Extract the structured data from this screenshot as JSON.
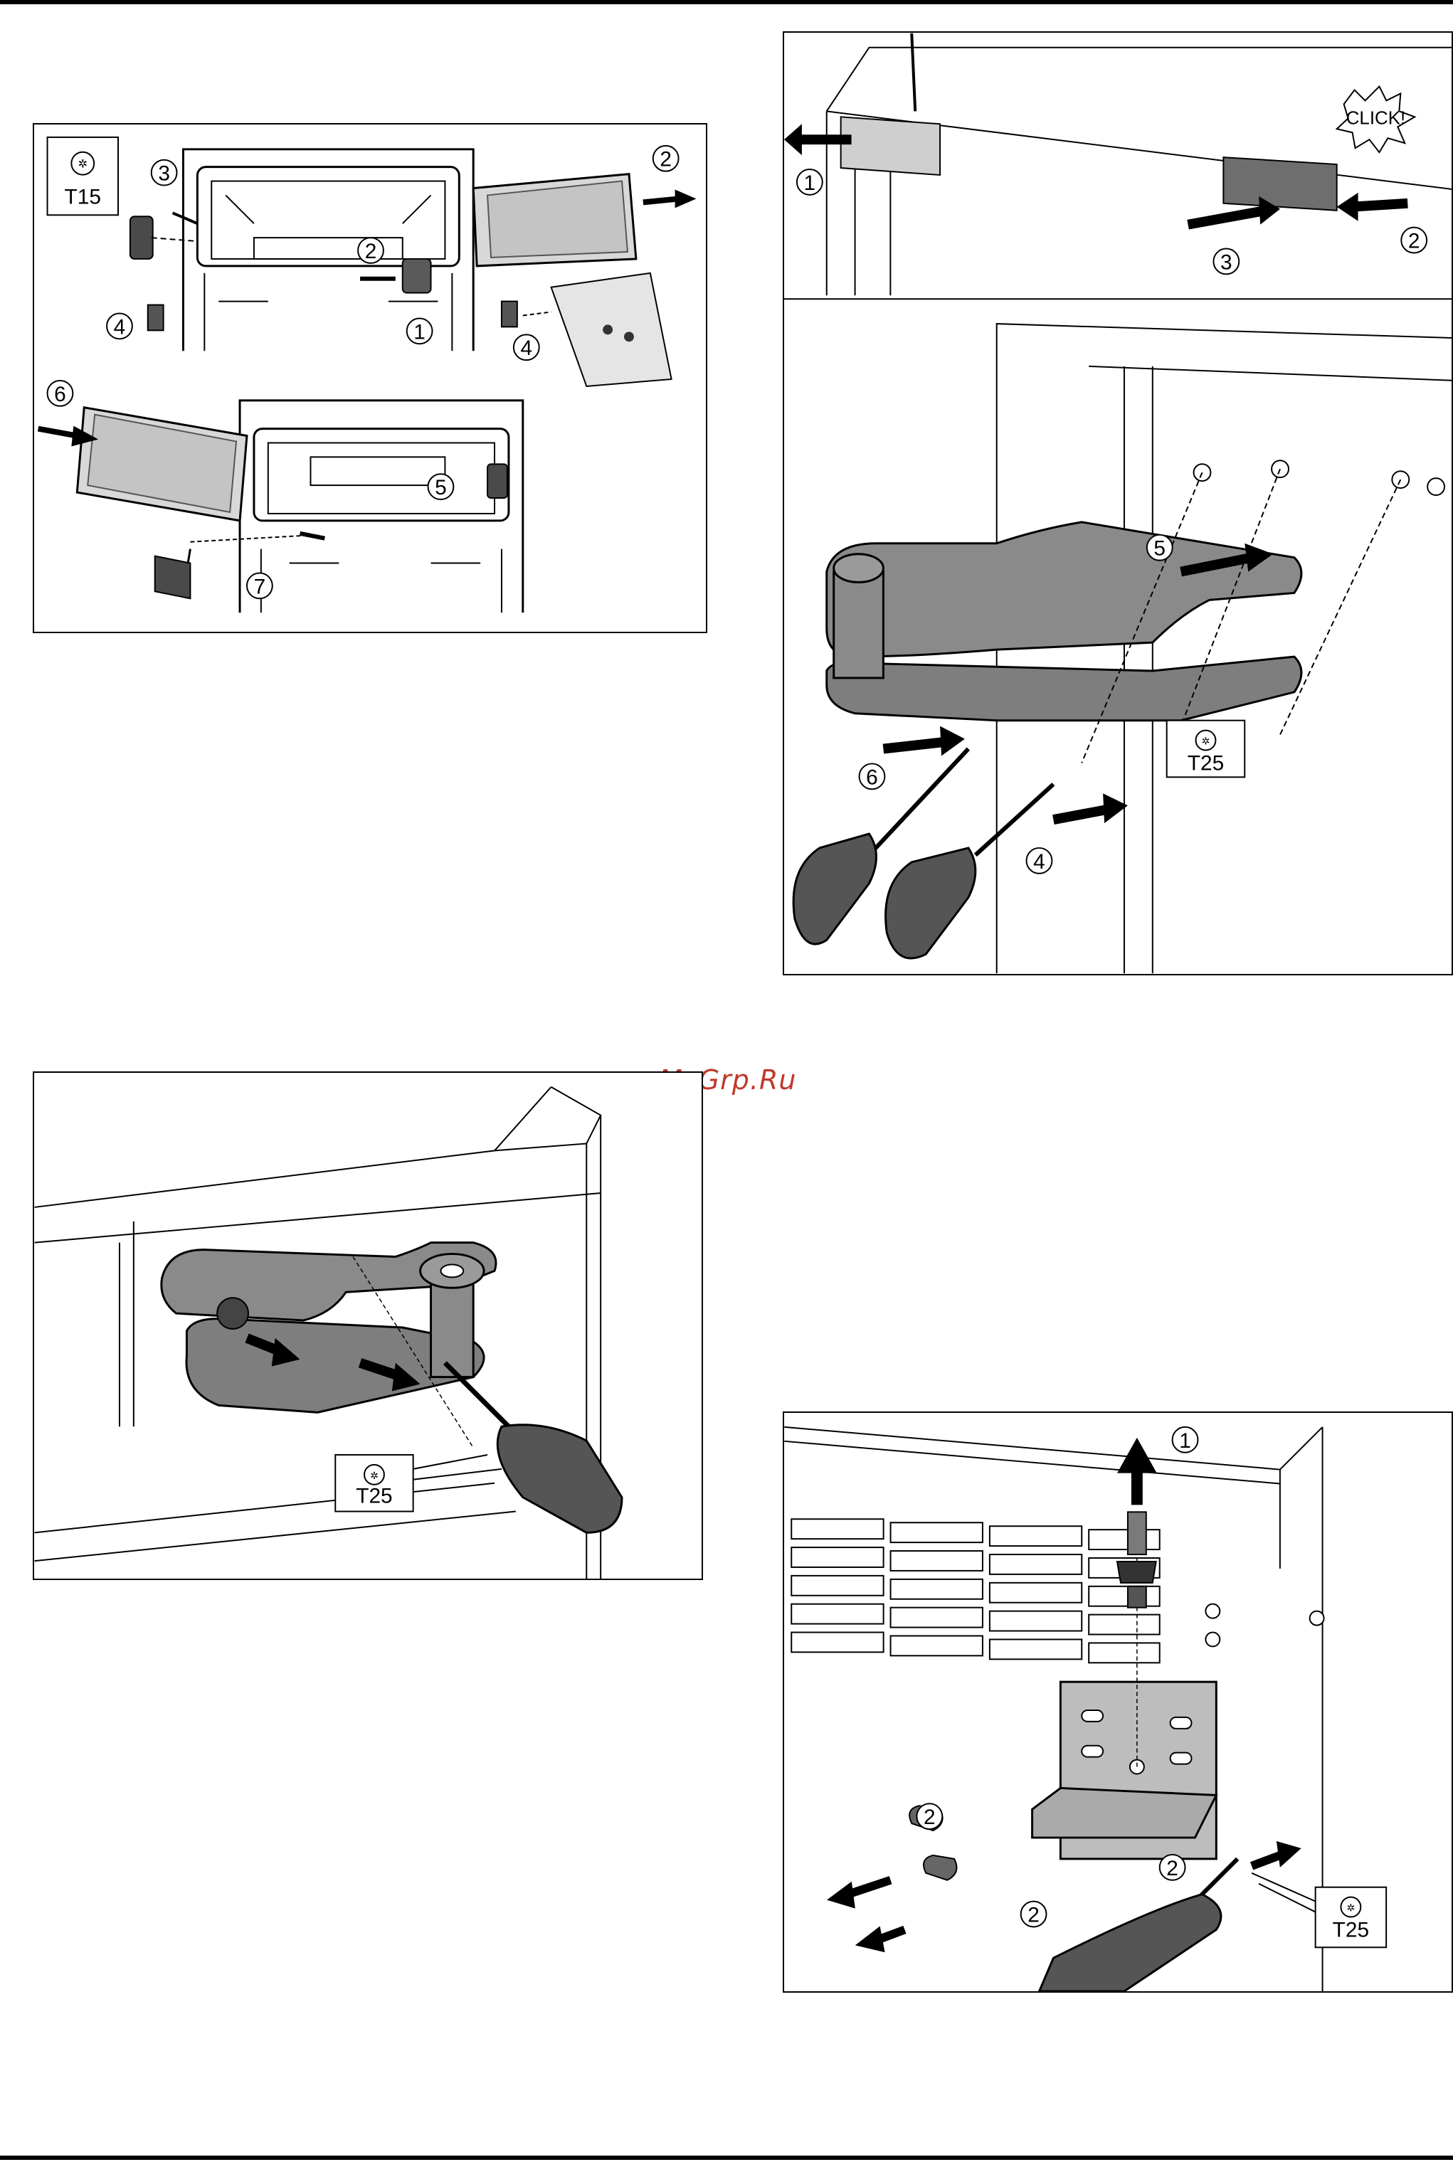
{
  "watermark": "McGrp.Ru",
  "colors": {
    "part_gray": "#8a8a8a",
    "dark_part": "#4a4a4a",
    "arrow": "#000000",
    "watermark": "#c0392b"
  },
  "figures": {
    "fig1": {
      "tool": "T15",
      "callouts": [
        "3",
        "2",
        "2",
        "1",
        "4",
        "4",
        "6",
        "5",
        "7"
      ]
    },
    "fig2": {
      "click": "CLICK!",
      "tool": "T25",
      "callouts": [
        "1",
        "3",
        "2",
        "5",
        "6",
        "4"
      ]
    },
    "fig3": {
      "tool": "T25"
    },
    "fig4": {
      "tool": "T25",
      "callouts": [
        "1",
        "2",
        "2",
        "2"
      ]
    }
  }
}
